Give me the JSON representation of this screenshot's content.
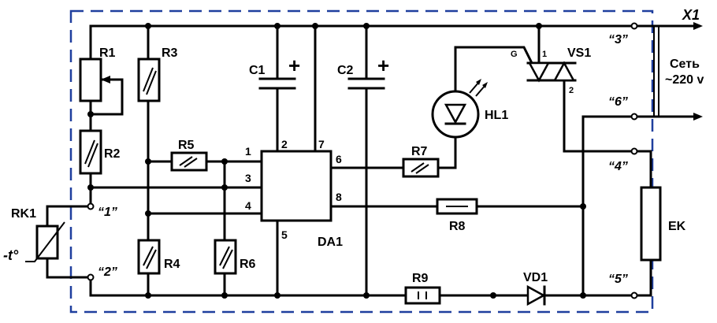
{
  "connector": {
    "name": "X1",
    "mains_label": "Сеть",
    "mains_voltage": "~220 v"
  },
  "terminals": {
    "t1": "“1”",
    "t2": "“2”",
    "t3": "“3”",
    "t4": "“4”",
    "t5": "“5”",
    "t6": "“6”"
  },
  "components": {
    "R1": "R1",
    "R2": "R2",
    "R3": "R3",
    "R4": "R4",
    "R5": "R5",
    "R6": "R6",
    "R7": "R7",
    "R8": "R8",
    "R9": "R9",
    "C1": "C1",
    "C2": "C2",
    "HL1": "HL1",
    "VS1": "VS1",
    "VD1": "VD1",
    "DA1": "DA1",
    "RK1": "RK1",
    "EK": "EK",
    "thermistor_mark": "-t°"
  },
  "polarity": {
    "c1": "+",
    "c2": "+"
  },
  "ic_pins": {
    "p1": "1",
    "p2": "2",
    "p3": "3",
    "p4": "4",
    "p5": "5",
    "p6": "6",
    "p7": "7",
    "p8": "8"
  },
  "triac_pins": {
    "g": "G",
    "a1": "1",
    "a2": "2"
  }
}
